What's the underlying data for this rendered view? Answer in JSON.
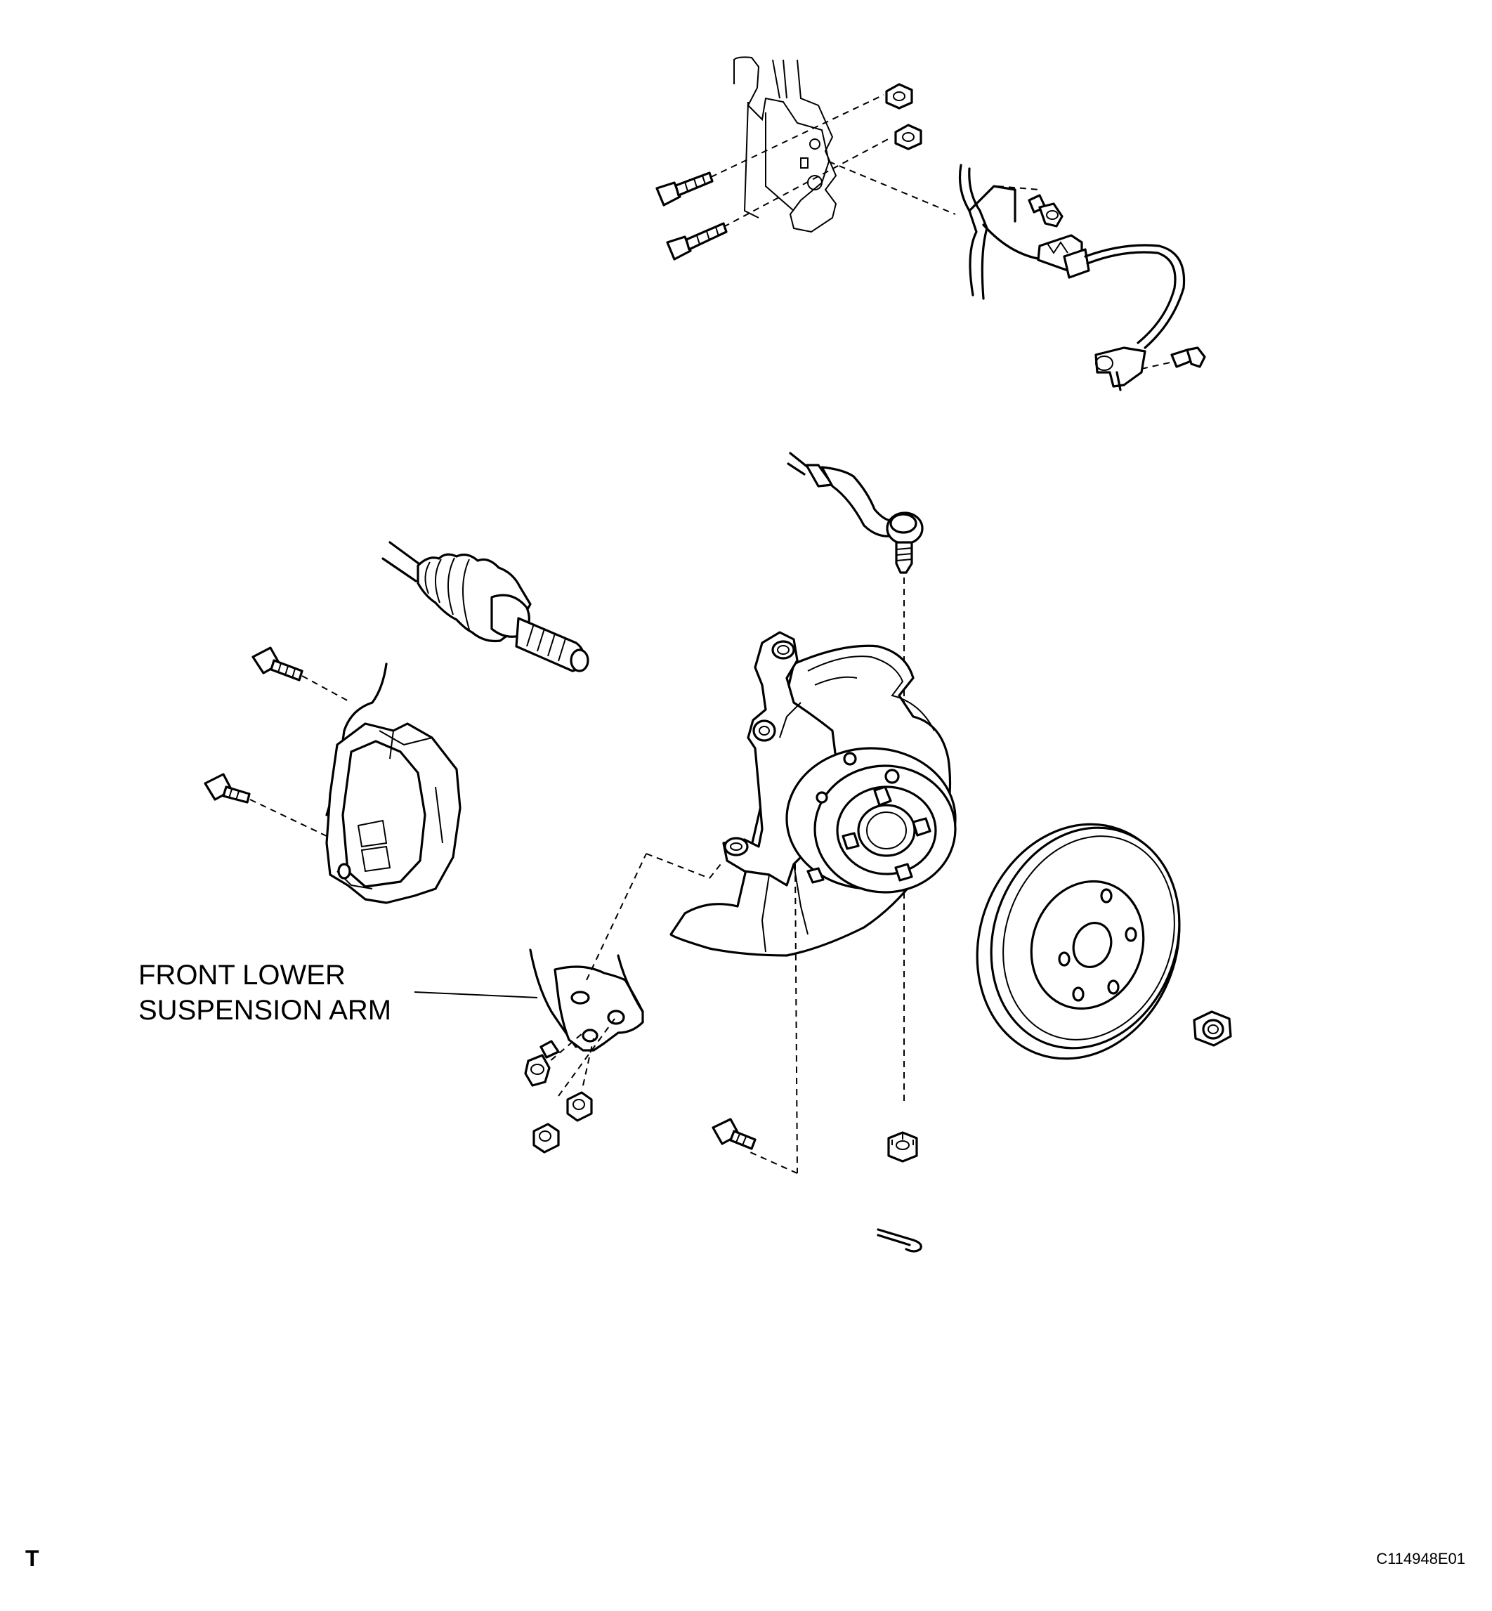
{
  "labels": {
    "lower_arm_line1": "FRONT LOWER",
    "lower_arm_line2": "SUSPENSION ARM",
    "corner_mark": "T",
    "figure_code": "C114948E01"
  }
}
